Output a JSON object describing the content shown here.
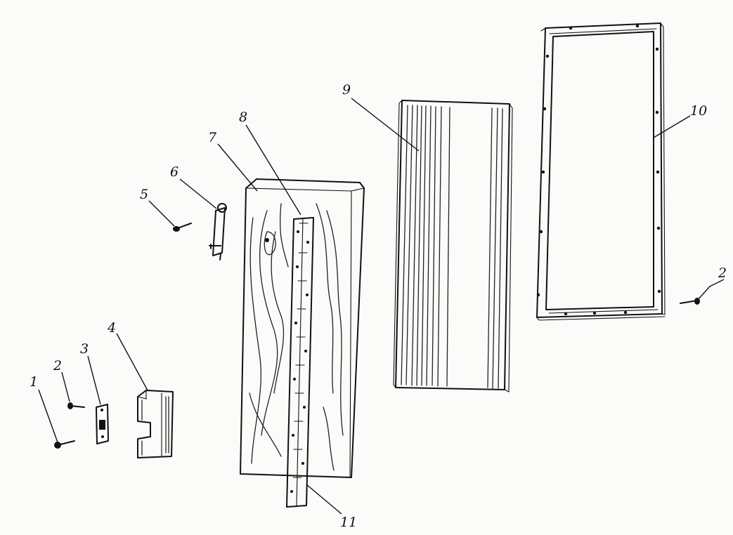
{
  "callouts": [
    {
      "id": "1",
      "label": "1"
    },
    {
      "id": "2a",
      "label": "2"
    },
    {
      "id": "3",
      "label": "3"
    },
    {
      "id": "4",
      "label": "4"
    },
    {
      "id": "5",
      "label": "5"
    },
    {
      "id": "6",
      "label": "6"
    },
    {
      "id": "7",
      "label": "7"
    },
    {
      "id": "8",
      "label": "8"
    },
    {
      "id": "9",
      "label": "9"
    },
    {
      "id": "10",
      "label": "10"
    },
    {
      "id": "2b",
      "label": "2"
    },
    {
      "id": "11",
      "label": "11"
    }
  ]
}
